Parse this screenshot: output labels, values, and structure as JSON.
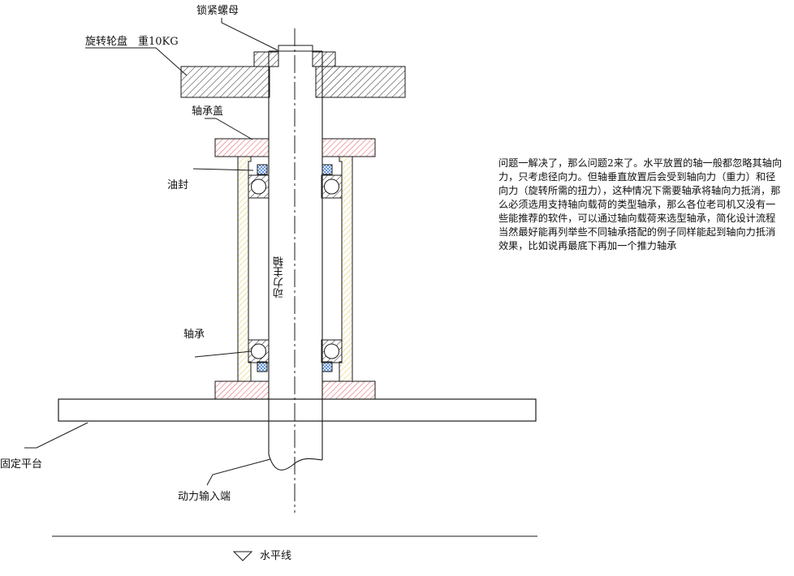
{
  "labels": {
    "lock_nut": "锁紧螺母",
    "turntable": "旋转轮盘　重10KG",
    "bearing_cap": "轴承盖",
    "oil_seal": "油封",
    "bearing": "轴承",
    "main_shaft": "动力主轴",
    "fixed_platform": "固定平台",
    "power_input": "动力输入端",
    "horizontal_line": "水平线"
  },
  "note": {
    "paragraphs": [
      "问题一解决了，那么问题2来了。水平放置的轴一般都忽略其轴向力，只考虑径向力。但轴垂直放置后会受到轴向力（重力）和径向力（旋转所需的扭力），这种情况下需要轴承将轴向力抵消，那么必须选用支持轴向载荷的类型轴承，那么各位老司机又没有一些能推荐的软件，可以通过轴向载荷来选型轴承，简化设计流程",
      "当然最好能再列举些不同轴承搭配的例子同样能起到轴向力抵消效果，比如说再最底下再加一个推力轴承"
    ]
  },
  "colors": {
    "line": "#1a1a1a",
    "cap_hatch": "#e0505a",
    "housing_hatch": "#e6c84a",
    "seal_hatch": "#4a7fd0",
    "dark_hatch": "#222222"
  }
}
